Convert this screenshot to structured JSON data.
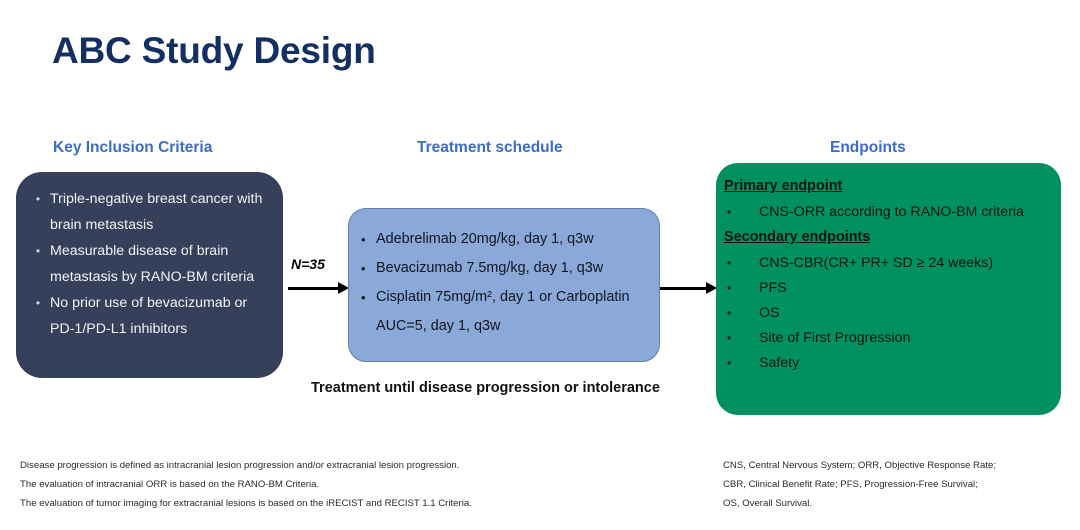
{
  "slide": {
    "title": "ABC Study Design"
  },
  "headers": {
    "inclusion": "Key Inclusion Criteria",
    "treatment": "Treatment schedule",
    "endpoints": "Endpoints"
  },
  "inclusion_criteria": {
    "bullet_glyph": "•",
    "items": [
      "Triple-negative breast cancer with brain metastasis",
      "Measurable disease of brain metastasis by RANO-BM criteria",
      "No prior use of bevacizumab or PD-1/PD-L1 inhibitors"
    ]
  },
  "enrollment": {
    "label": "N=35"
  },
  "treatment_schedule": {
    "bullet_glyph": "•",
    "items": [
      "Adebrelimab 20mg/kg, day 1, q3w",
      "Bevacizumab 7.5mg/kg, day 1, q3w",
      "Cisplatin 75mg/m², day 1 or Carboplatin AUC=5, day 1, q3w"
    ],
    "caption": "Treatment until disease progression or intolerance"
  },
  "endpoints": {
    "bullet_glyph": "•",
    "primary_heading": "Primary endpoint",
    "primary_items": [
      "CNS-ORR according to RANO-BM criteria"
    ],
    "secondary_heading": "Secondary endpoints",
    "secondary_items": [
      "CNS-CBR(CR+ PR+ SD ≥ 24 weeks)",
      "PFS",
      "OS",
      "Site of First Progression",
      "Safety"
    ]
  },
  "footnotes_left": [
    "Disease progression is defined as intracranial lesion progression  and/or extracranial lesion progression.",
    "The evaluation of intracranial ORR is based on the RANO-BM Criteria.",
    "The evaluation of tumor imaging for extracranial lesions is based on the iRECIST and RECIST 1.1 Criteria."
  ],
  "footnotes_right": [
    "CNS, Central Nervous System;  ORR, Objective Response Rate;",
    "CBR, Clinical Benefit Rate; PFS, Progression-Free Survival;",
    "OS, Overall Survival."
  ],
  "colors": {
    "title": "#143063",
    "header_blue": "#3c6cc4",
    "inclusion_box": "#36405a",
    "treatment_box": "#8aa9d8",
    "endpoints_box": "#00915f"
  }
}
